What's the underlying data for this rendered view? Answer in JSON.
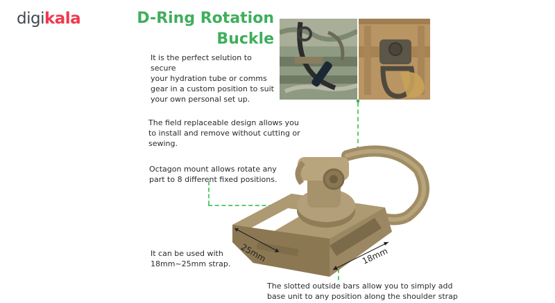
{
  "brand": {
    "part1": "digi",
    "part2": "kala"
  },
  "title": {
    "line1": "D-Ring Rotation",
    "line2": "Buckle"
  },
  "features": {
    "f1": [
      "It is the perfect selution to secure",
      "your hydration tube or comms",
      "gear in a custom position to suit",
      "your own personal set up."
    ],
    "f2": [
      "The field replaceable design allows you",
      "to install and remove without cutting or sewing."
    ],
    "f3": [
      "Octagon mount allows rotate any",
      "part to 8 different fixed positions."
    ],
    "f4": [
      "It can be used with",
      "18mm~25mm strap."
    ],
    "f5": [
      "The slotted outside bars allow you to simply add",
      "base unit to any position along the shoulder strap"
    ]
  },
  "dimensions": {
    "left": "25mm",
    "right": "18mm"
  },
  "colors": {
    "accent_green": "#3fae5c",
    "dash_green": "#5bcc6e",
    "brand_red": "#ef394e",
    "brand_gray": "#424750",
    "tan": "#a08d66"
  }
}
